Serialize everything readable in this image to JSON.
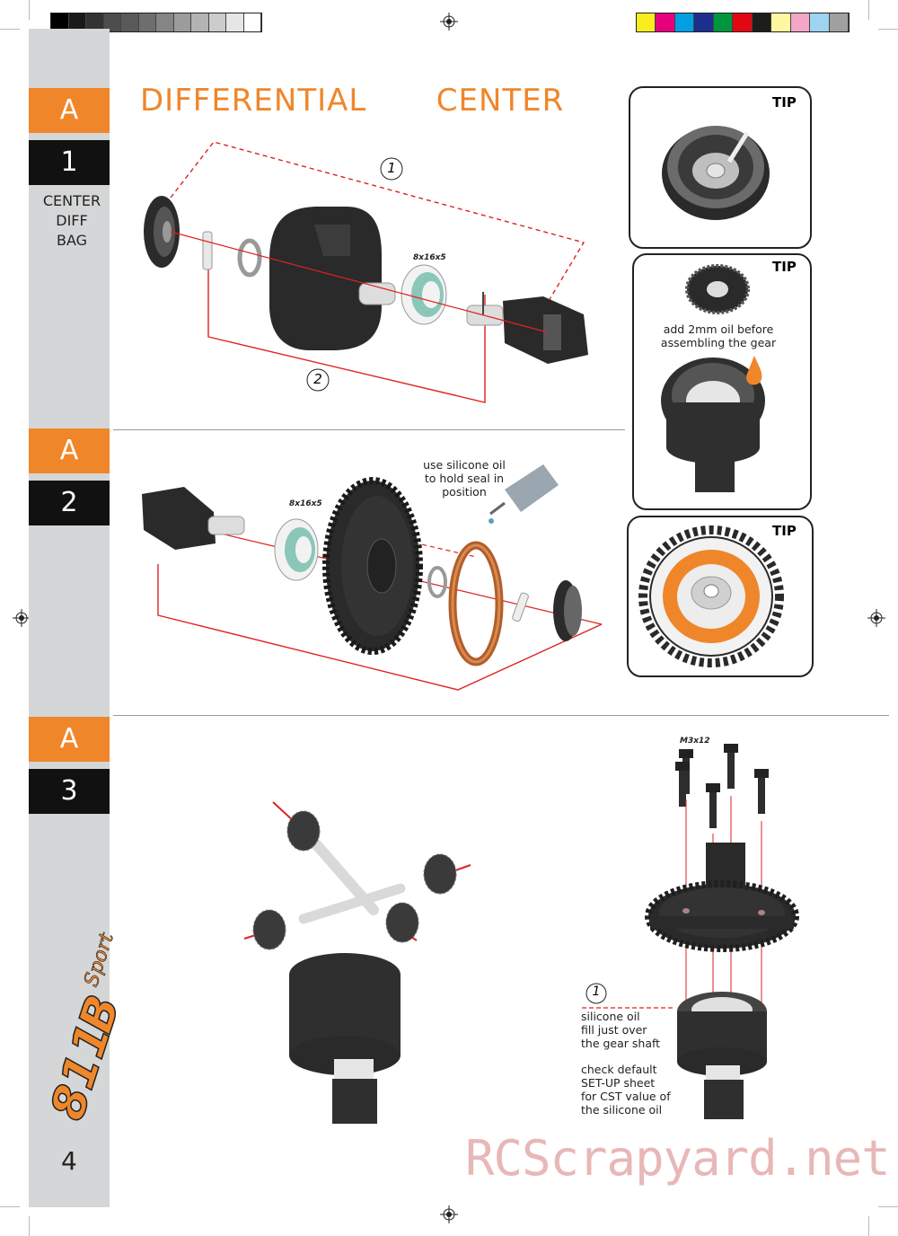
{
  "color_bar_gray": [
    "#000000",
    "#1a1a1a",
    "#333333",
    "#4d4d4d",
    "#595959",
    "#6e6e6e",
    "#858585",
    "#9c9c9c",
    "#b3b3b3",
    "#cccccc",
    "#e6e6e6",
    "#ffffff"
  ],
  "color_bar_color": [
    "#f9ee1d",
    "#e6007e",
    "#00a0e3",
    "#1d2f8c",
    "#009640",
    "#e30613",
    "#1d1d1b",
    "#fff7a0",
    "#f4a6c8",
    "#9fd4f0",
    "#a0a0a0"
  ],
  "accent_color": "#f0862a",
  "title": "DIFFERENTIAL   CENTER",
  "steps": [
    {
      "letter": "A",
      "number": "1",
      "bag": [
        "CENTER",
        "DIFF",
        "BAG"
      ]
    },
    {
      "letter": "A",
      "number": "2"
    },
    {
      "letter": "A",
      "number": "3"
    }
  ],
  "step1": {
    "bearing_label": "8x16x5",
    "callout_1": "1",
    "callout_2": "2"
  },
  "step2": {
    "bearing_label": "8x16x5",
    "oil_note": [
      "use silicone oil",
      "to hold seal in",
      "position"
    ]
  },
  "step3": {
    "screw_label": "M3x12",
    "callout": "1",
    "oil_note": [
      "silicone oil",
      "fill just over",
      "the gear shaft"
    ],
    "check_note": [
      "check default",
      "SET-UP sheet",
      "for CST value of",
      "the silicone oil"
    ]
  },
  "tips": [
    {
      "label": "TIP"
    },
    {
      "label": "TIP",
      "note": [
        "add 2mm oil before",
        "assembling the gear"
      ]
    },
    {
      "label": "TIP"
    }
  ],
  "logo_text": "811B Sport",
  "page_number": "4",
  "watermark": "RCScrapyard.net"
}
